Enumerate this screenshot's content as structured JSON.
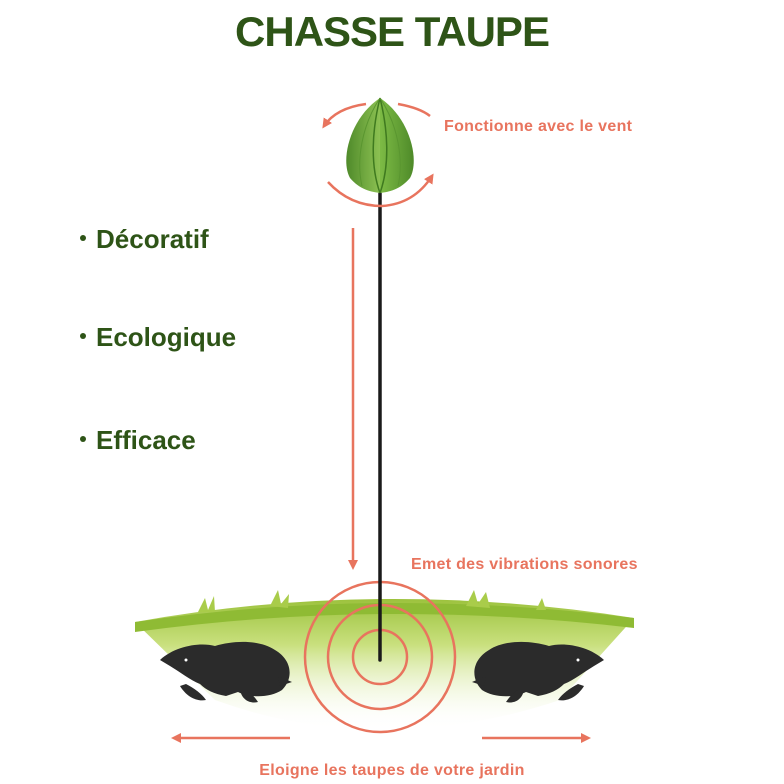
{
  "title": "CHASSE TAUPE",
  "features": [
    "Décoratif",
    "Ecologique",
    "Efficace"
  ],
  "callouts": {
    "wind": "Fonctionne avec le vent",
    "vibrations": "Emet des vibrations sonores",
    "repel": "Eloigne les taupes de votre jardin"
  },
  "colors": {
    "title_green": "#2e5417",
    "callout_red": "#e8745e",
    "leaf_green": "#6fae3a",
    "grass_green": "#a9cc4a"
  },
  "icons": [
    "leaf-wind-vane-icon",
    "mole-icon",
    "vibration-rings-icon",
    "arrow-icon"
  ]
}
